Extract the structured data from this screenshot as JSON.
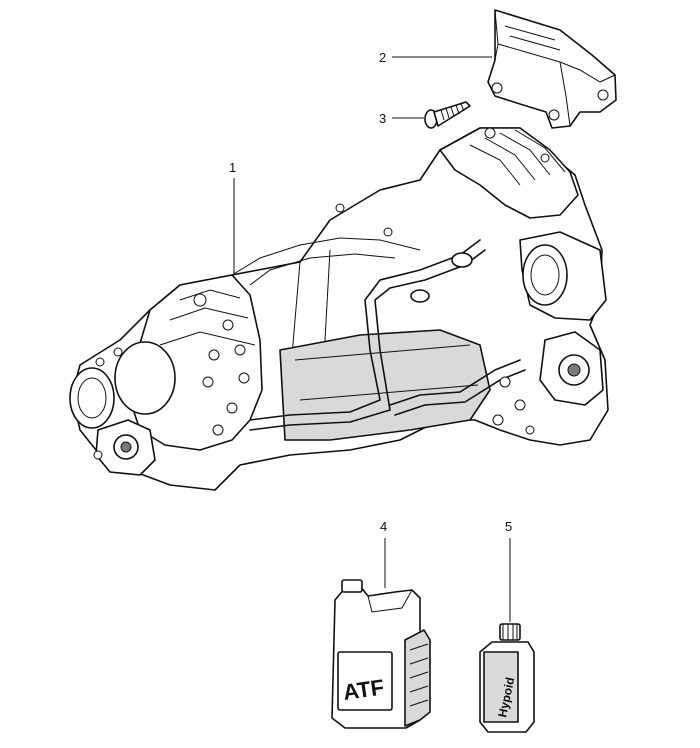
{
  "callouts": [
    {
      "id": "1",
      "label": "1"
    },
    {
      "id": "2",
      "label": "2"
    },
    {
      "id": "3",
      "label": "3"
    },
    {
      "id": "4",
      "label": "4"
    },
    {
      "id": "5",
      "label": "5"
    }
  ],
  "containers": {
    "atf_label": "ATF",
    "hypoid_label": "Hypoid"
  }
}
